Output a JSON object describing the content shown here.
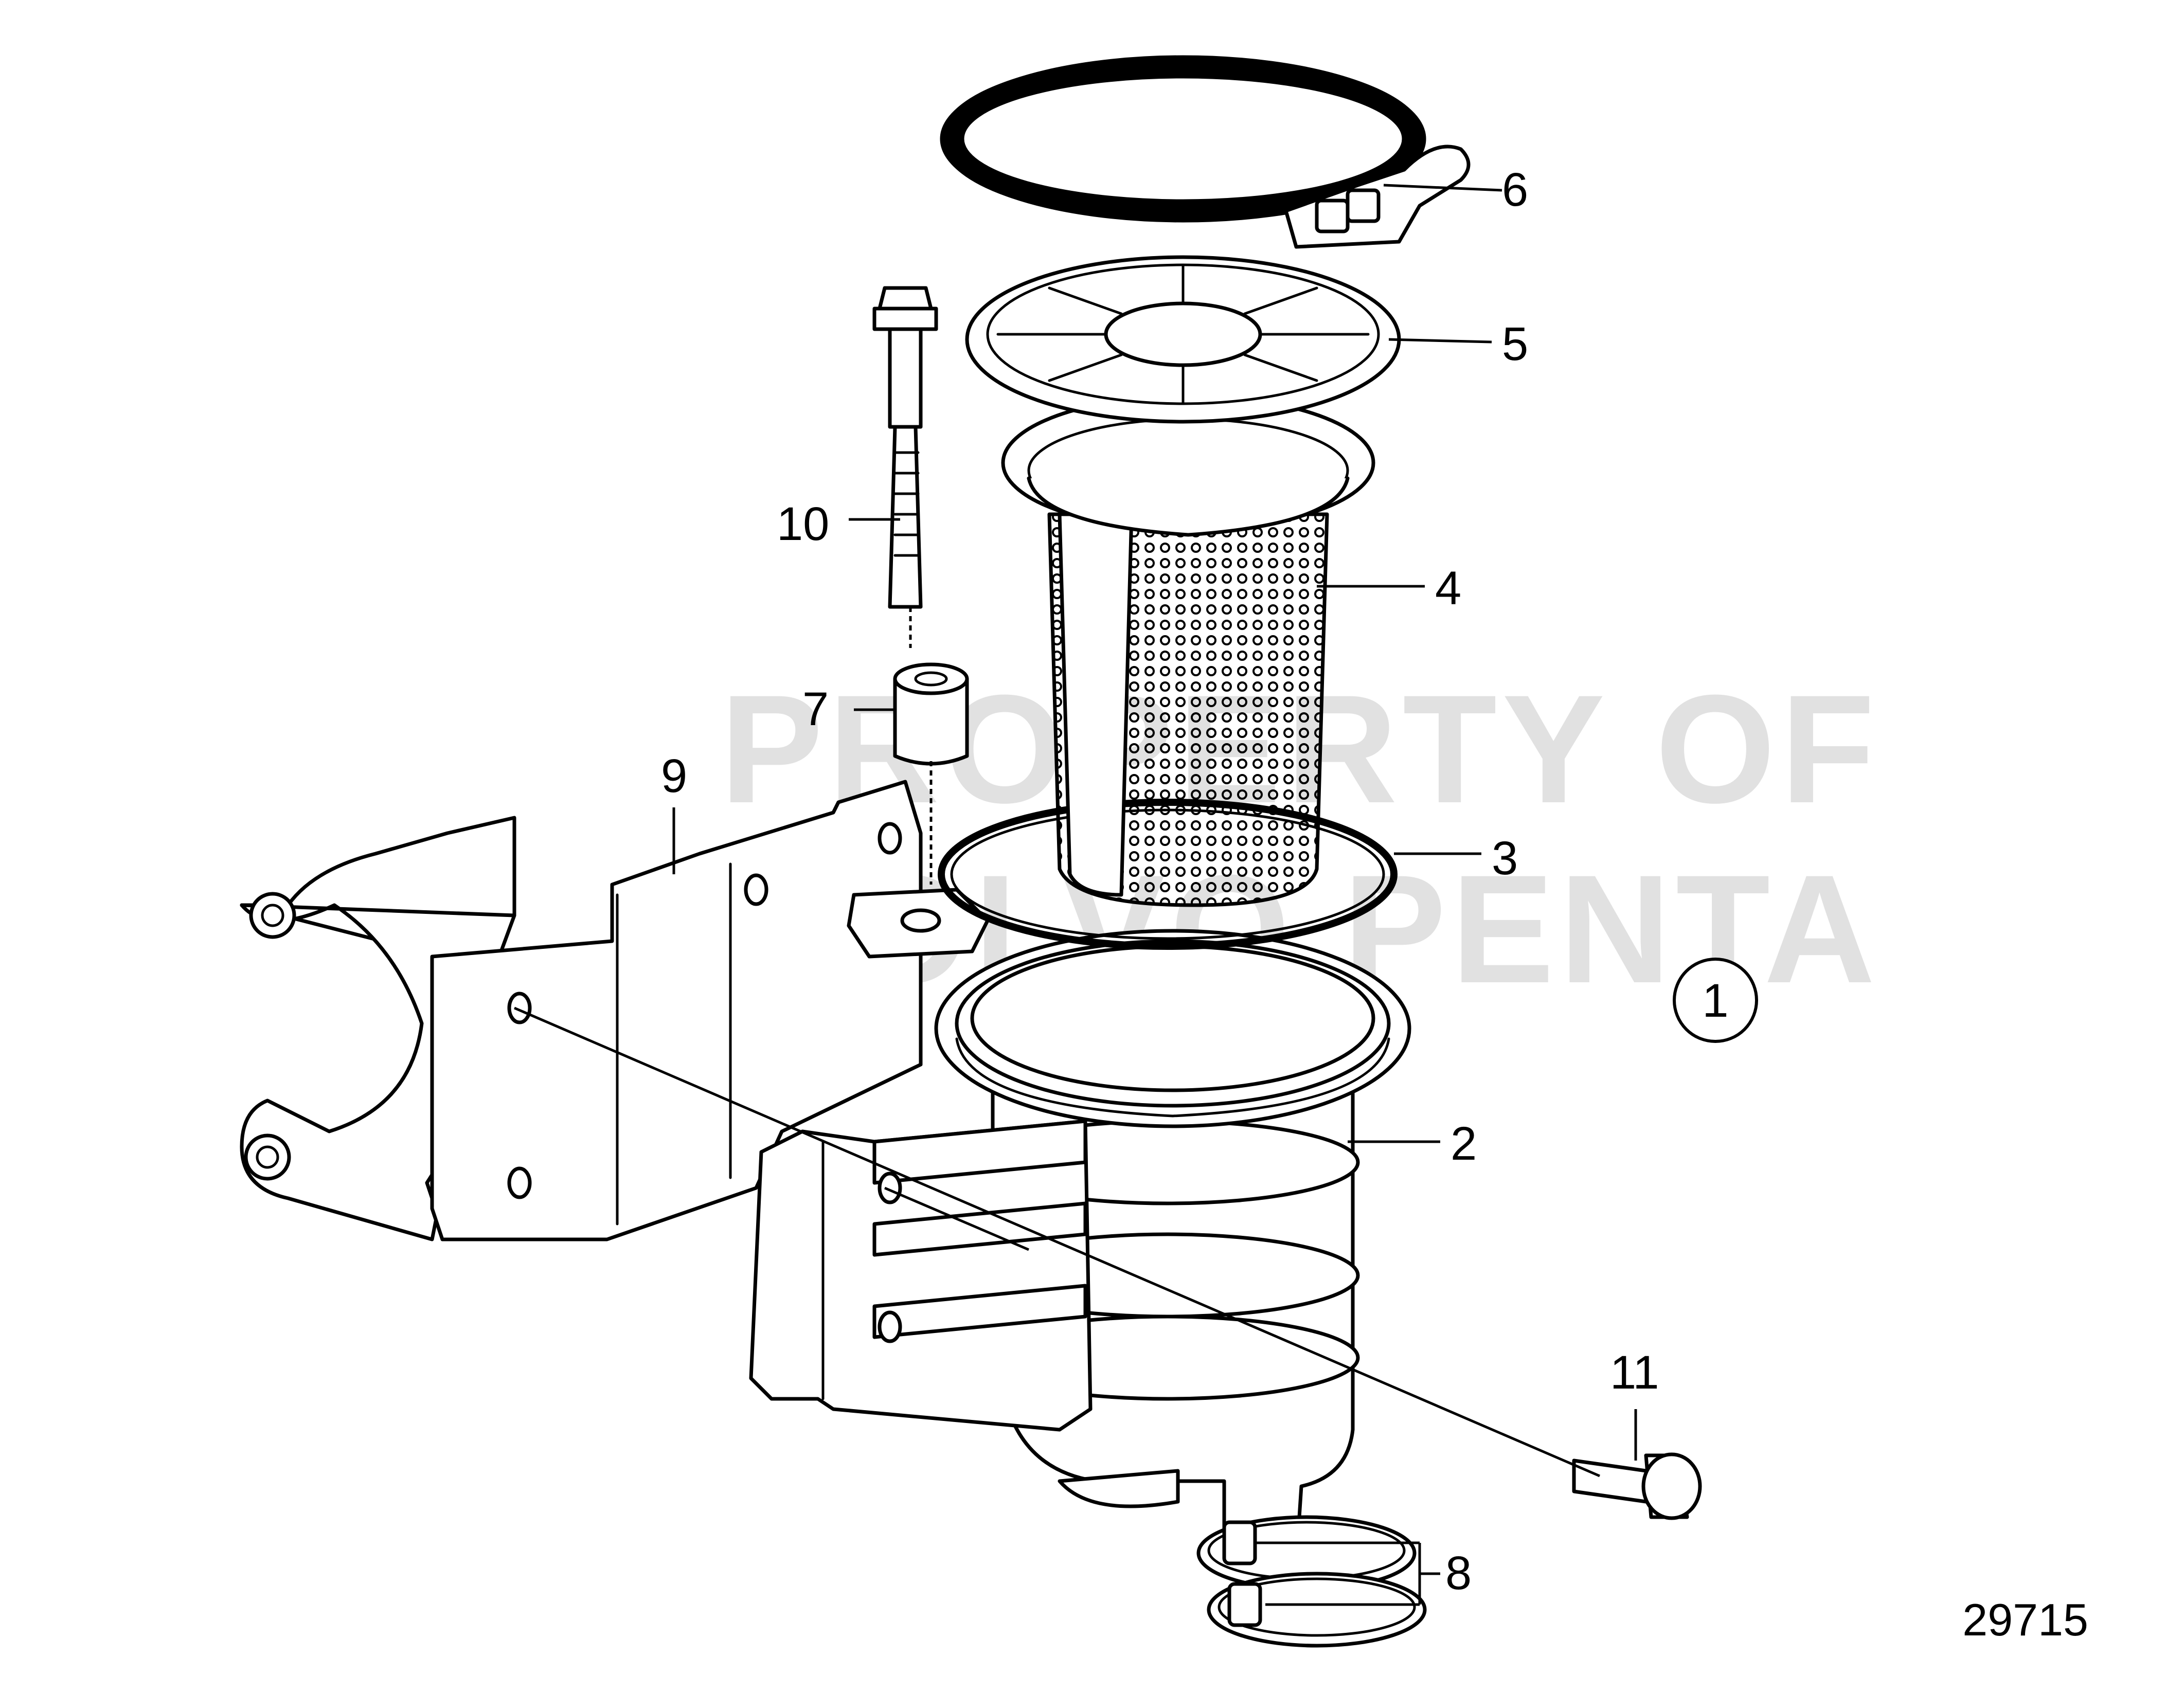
{
  "diagram": {
    "drawing_number": "29715",
    "group_marker": "1",
    "watermark": {
      "line1": "PROPERTY OF",
      "line2": "VOLVO PENTA"
    },
    "callouts": [
      {
        "id": "c2",
        "text": "2"
      },
      {
        "id": "c3",
        "text": "3"
      },
      {
        "id": "c4",
        "text": "4"
      },
      {
        "id": "c5",
        "text": "5"
      },
      {
        "id": "c6",
        "text": "6"
      },
      {
        "id": "c7",
        "text": "7"
      },
      {
        "id": "c8",
        "text": "8"
      },
      {
        "id": "c9",
        "text": "9"
      },
      {
        "id": "c10",
        "text": "10"
      },
      {
        "id": "c11",
        "text": "11"
      }
    ]
  }
}
